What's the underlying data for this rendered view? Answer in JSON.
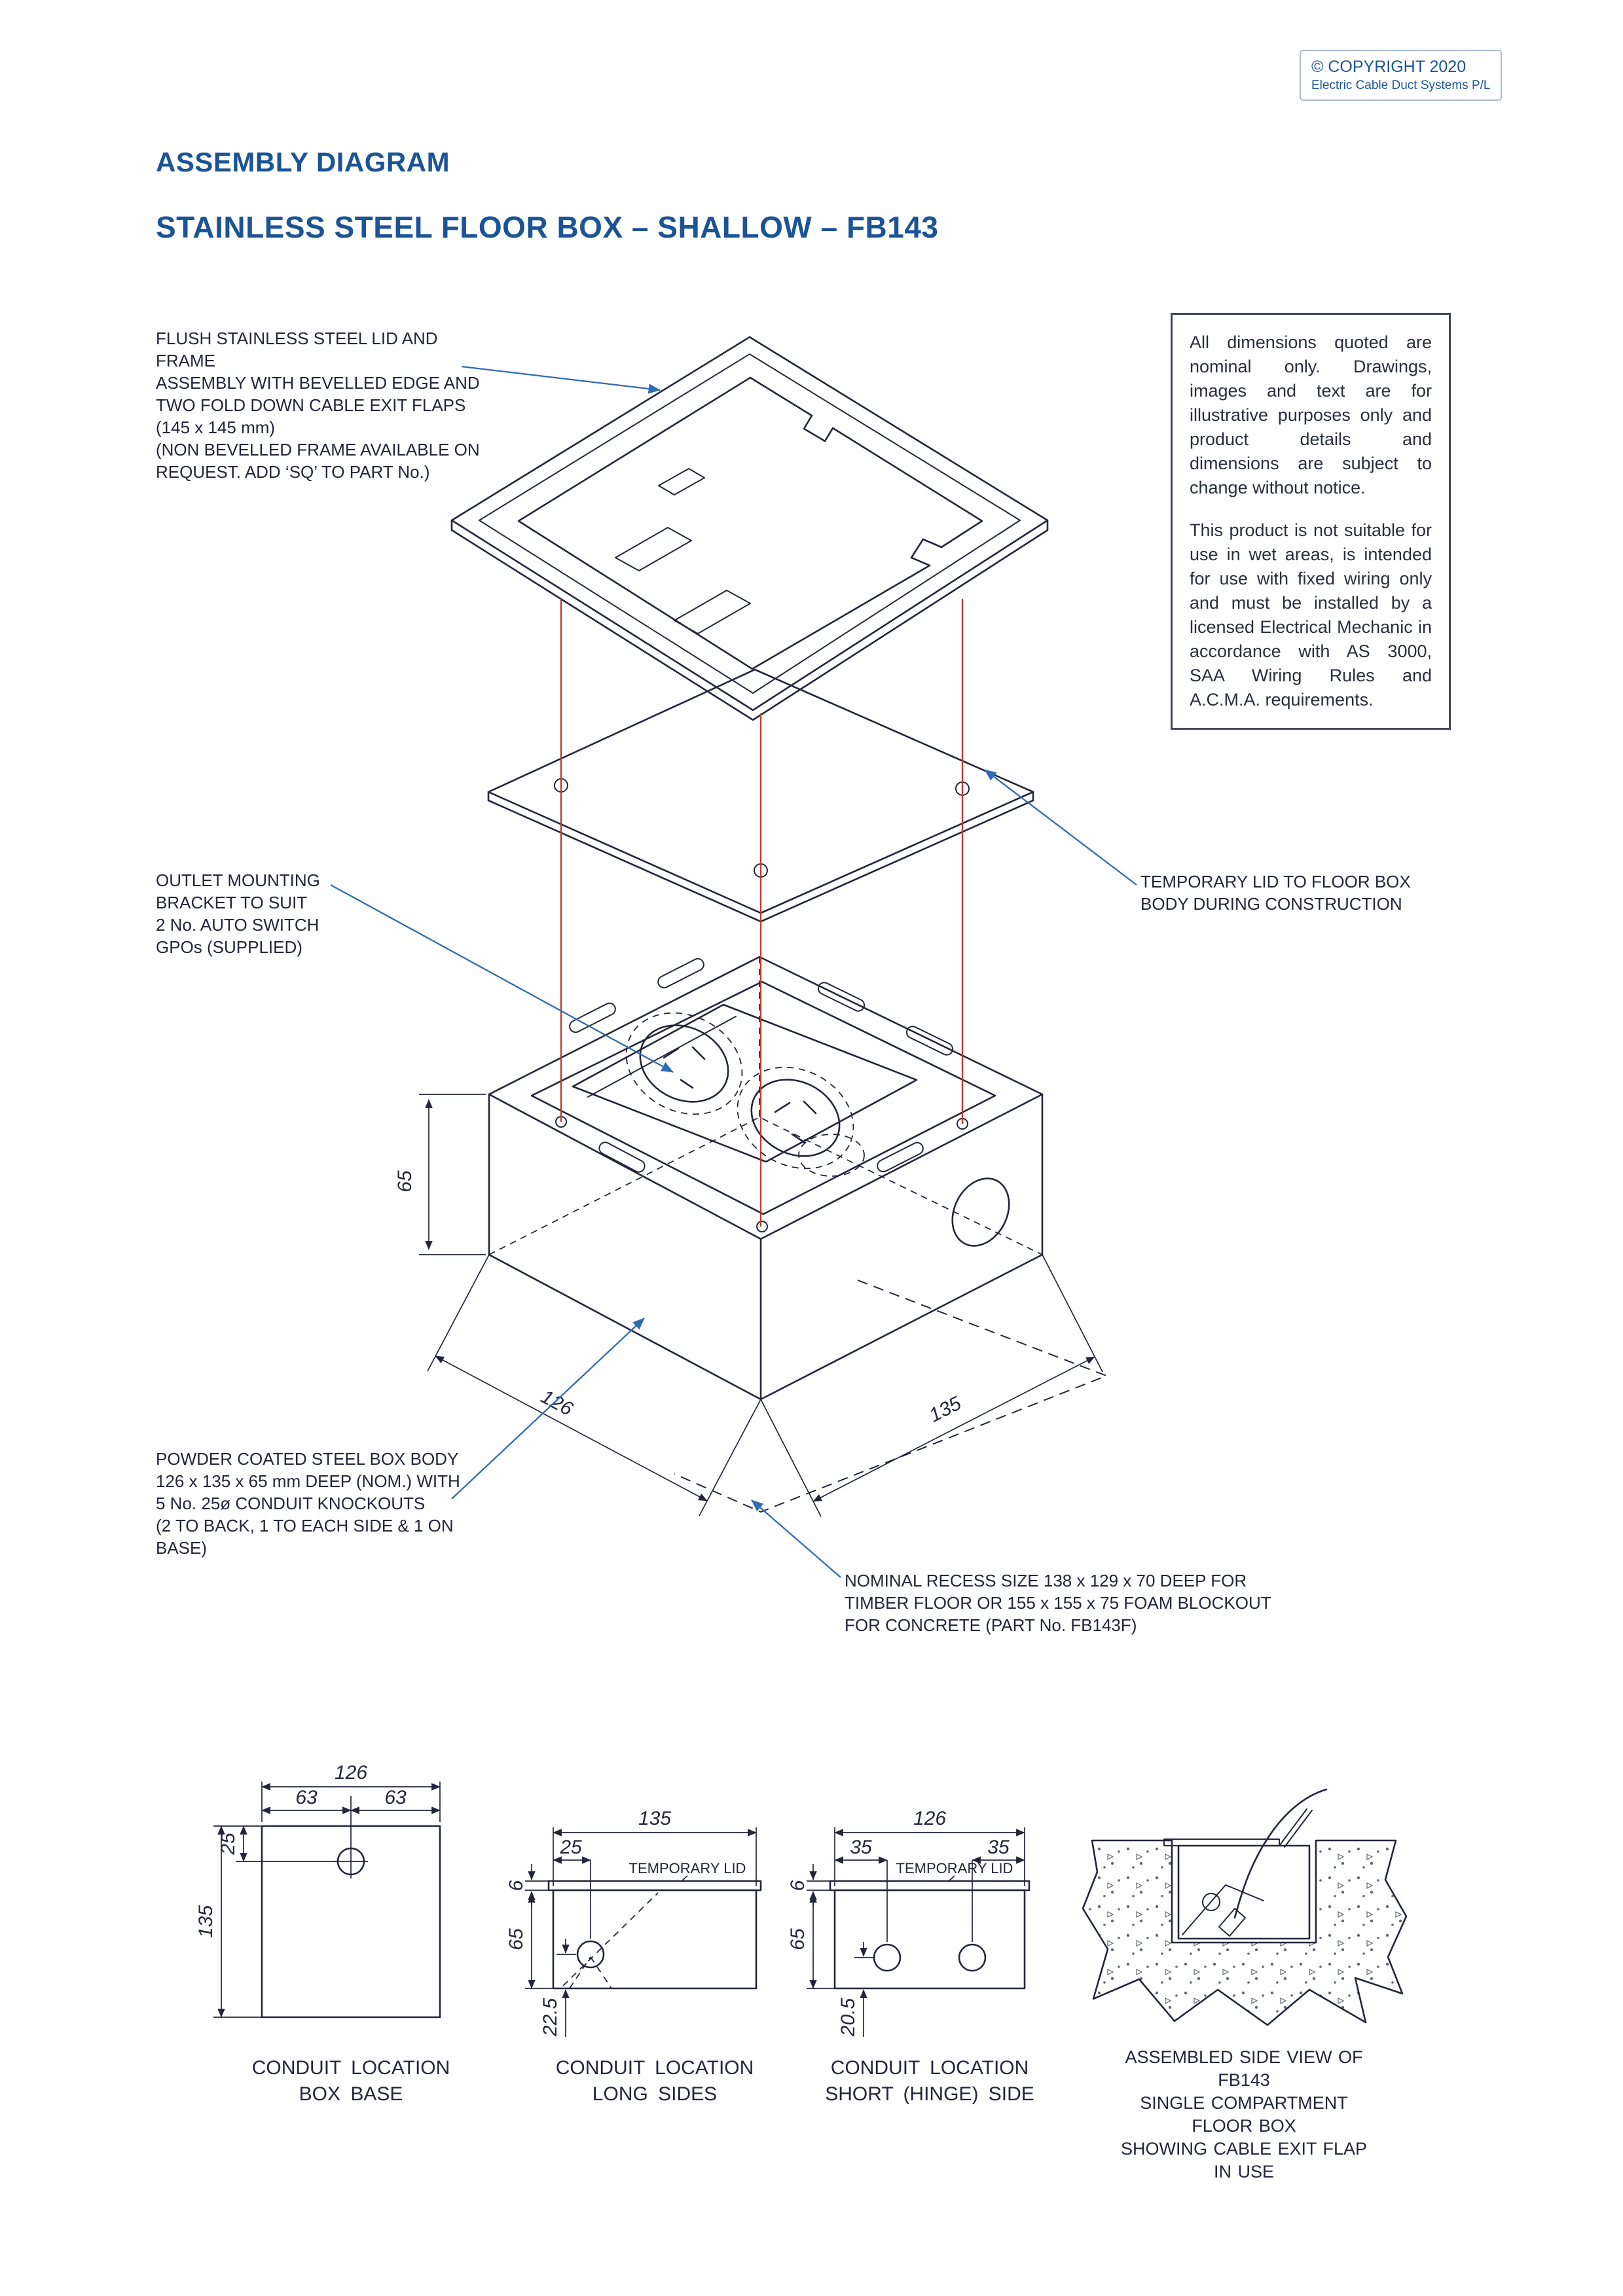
{
  "copyright": {
    "line1": "© COPYRIGHT 2020",
    "line2": "Electric Cable Duct Systems P/L"
  },
  "header": {
    "title": "ASSEMBLY DIAGRAM",
    "subtitle": "STAINLESS STEEL FLOOR BOX – SHALLOW – FB143"
  },
  "notes": {
    "lid": "FLUSH STAINLESS STEEL LID AND FRAME\nASSEMBLY WITH BEVELLED EDGE AND\nTWO FOLD DOWN CABLE EXIT FLAPS\n(145 x 145 mm)\n(NON BEVELLED FRAME AVAILABLE ON\nREQUEST. ADD ‘SQ’ TO PART No.)",
    "outlet": "OUTLET MOUNTING\nBRACKET TO SUIT\n2 No. AUTO SWITCH\nGPOs (SUPPLIED)",
    "temp_lid": "TEMPORARY LID TO FLOOR BOX\nBODY DURING CONSTRUCTION",
    "box_body": "POWDER COATED STEEL BOX BODY\n126 x 135 x 65 mm DEEP (NOM.) WITH\n5 No. 25ø CONDUIT KNOCKOUTS\n(2 TO BACK, 1 TO EACH SIDE & 1 ON\nBASE)",
    "recess": "NOMINAL RECESS SIZE 138 x 129 x 70 DEEP FOR\nTIMBER FLOOR OR 155 x 155 x 75 FOAM BLOCKOUT\nFOR CONCRETE (PART No. FB143F)"
  },
  "disclaimer": {
    "para1": "All dimensions quoted are nominal only. Drawings, images and text are for illustrative purposes only and product details and dimensions are subject to change without notice.",
    "para2": "This product is not suitable for use in wet areas, is intended for use with fixed wiring only and must be installed by a licensed Electrical Mechanic in accordance with AS 3000, SAA Wiring Rules and A.C.M.A. requirements."
  },
  "iso_dims": {
    "depth": "65",
    "width": "126",
    "length": "135"
  },
  "views": {
    "base": {
      "caption": "CONDUIT LOCATION\nBOX BASE",
      "dim_width": "126",
      "dim_half_left": "63",
      "dim_half_right": "63",
      "dim_offset": "25",
      "dim_height": "135"
    },
    "long": {
      "caption": "CONDUIT LOCATION\nLONG SIDES",
      "dim_width": "135",
      "dim_offset": "25",
      "dim_lid": "6",
      "dim_depth": "65",
      "dim_centre": "22.5",
      "lid_label": "TEMPORARY LID"
    },
    "short": {
      "caption": "CONDUIT LOCATION\nSHORT (HINGE) SIDE",
      "dim_width": "126",
      "dim_off_left": "35",
      "dim_off_right": "35",
      "dim_lid": "6",
      "dim_depth": "65",
      "dim_centre": "20.5",
      "lid_label": "TEMPORARY LID"
    },
    "assembled": {
      "caption": "ASSEMBLED SIDE VIEW OF FB143\nSINGLE COMPARTMENT FLOOR BOX\nSHOWING CABLE EXIT FLAP IN USE"
    }
  },
  "colors": {
    "heading_blue": "#1b5496",
    "line": "#23263a",
    "projection_red": "#c5372c",
    "leader_blue": "#2e6cb2"
  }
}
